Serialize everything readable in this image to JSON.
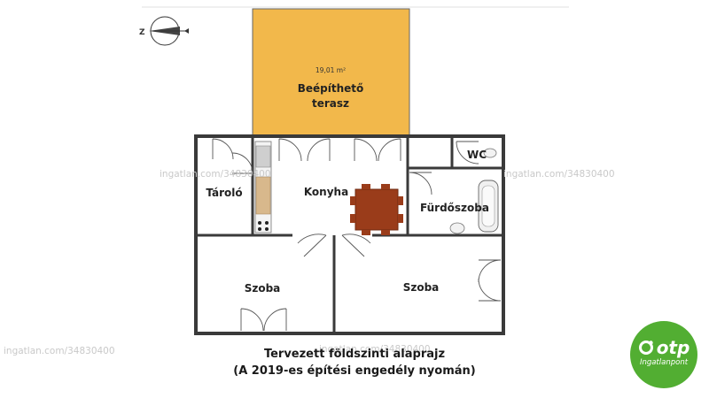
{
  "terrace": {
    "area": "19,01 m²",
    "name_line1": "Beépíthető",
    "name_line2": "terasz",
    "color": "#f2b84b"
  },
  "rooms": {
    "storage": "Tároló",
    "kitchen": "Konyha",
    "wc": "WC",
    "bathroom": "Fürdőszoba",
    "room_left": "Szoba",
    "room_right": "Szoba"
  },
  "caption": {
    "line1": "Tervezett földszinti alaprajz",
    "line2": "(A 2019-es építési engedély nyomán)"
  },
  "watermark": "ingatlan.com/34830400",
  "compass": {
    "letter": "Z"
  },
  "brand": {
    "name": "otp",
    "subtitle": "Ingatlanpont",
    "color": "#52ae32"
  },
  "colors": {
    "wall": "#3a3a3a",
    "table": "#9a3c1a",
    "counter": "#d8b88c"
  }
}
